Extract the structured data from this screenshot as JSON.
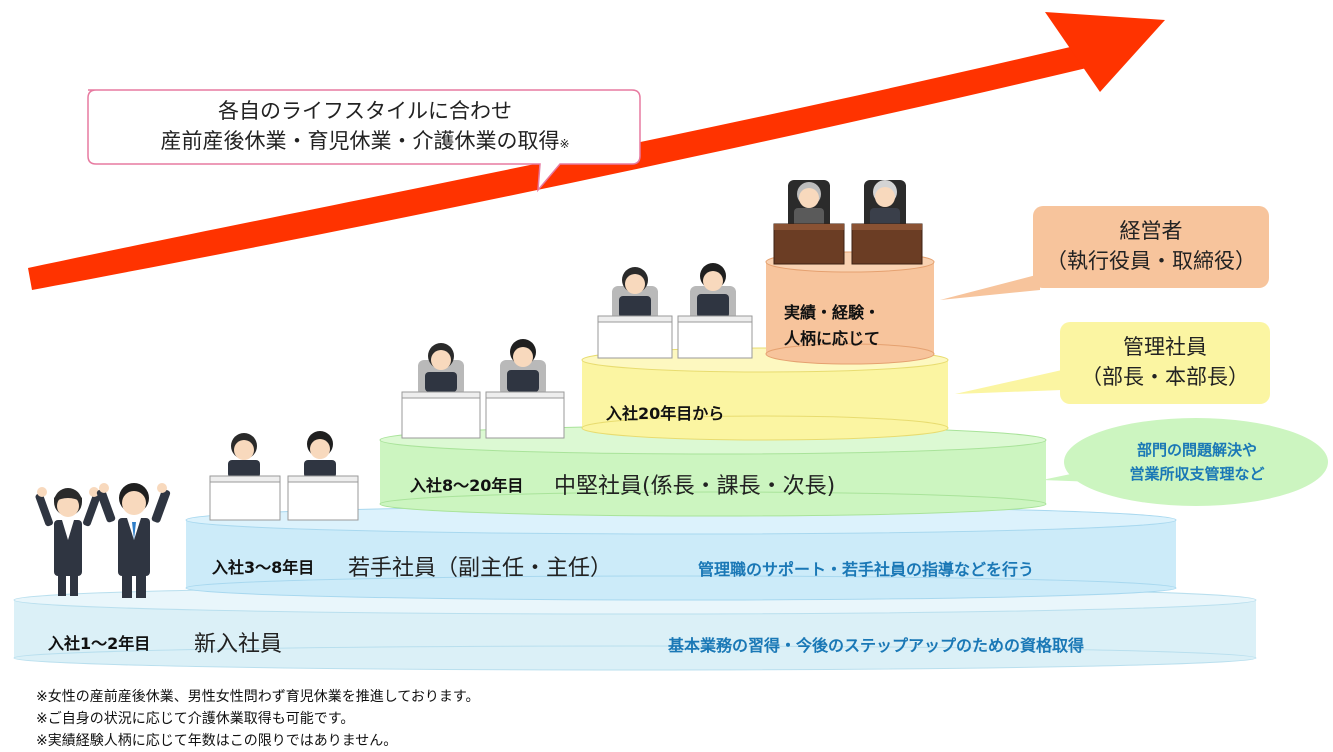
{
  "colors": {
    "arrow": "#ff3300",
    "tier1": "#dbf0f7",
    "tier2": "#ccebf9",
    "tier3": "#ccf5c0",
    "tier4": "#fbf5a2",
    "tier5": "#f7c49c",
    "callout_pink_border": "#e77aa0",
    "callout_orange": "#f7c49c",
    "callout_yellow": "#fbf5a2",
    "callout_green": "#ccf5c0",
    "desc_blue": "#1a78b6"
  },
  "top_callout": {
    "line1": "各自のライフスタイルに合わせ",
    "line2": "産前産後休業・育児休業・介護休業の取得",
    "mark": "※"
  },
  "side_callouts": {
    "executive": {
      "line1": "経営者",
      "line2": "（執行役員・取締役）"
    },
    "manager": {
      "line1": "管理社員",
      "line2": "（部長・本部長）"
    },
    "mid_role": {
      "line1": "部門の問題解決や",
      "line2": "営業所収支管理など"
    }
  },
  "tiers": [
    {
      "tag": "入社1～2年目",
      "title": "新入社員",
      "desc": "基本業務の習得・今後のステップアップのための資格取得"
    },
    {
      "tag": "入社3～8年目",
      "title": "若手社員（副主任・主任）",
      "desc": "管理職のサポート・若手社員の指導などを行う"
    },
    {
      "tag": "入社8～20年目",
      "title": "中堅社員(係長・課長・次長)"
    },
    {
      "tag": "入社20年目から"
    },
    {
      "tag_line1": "実績・経験・",
      "tag_line2": "人柄に応じて"
    }
  ],
  "notes": [
    "※女性の産前産後休業、男性女性問わず育児休業を推進しております。",
    "※ご自身の状況に応じて介護休業取得も可能です。",
    "※実績経験人柄に応じて年数はこの限りではありません。"
  ]
}
